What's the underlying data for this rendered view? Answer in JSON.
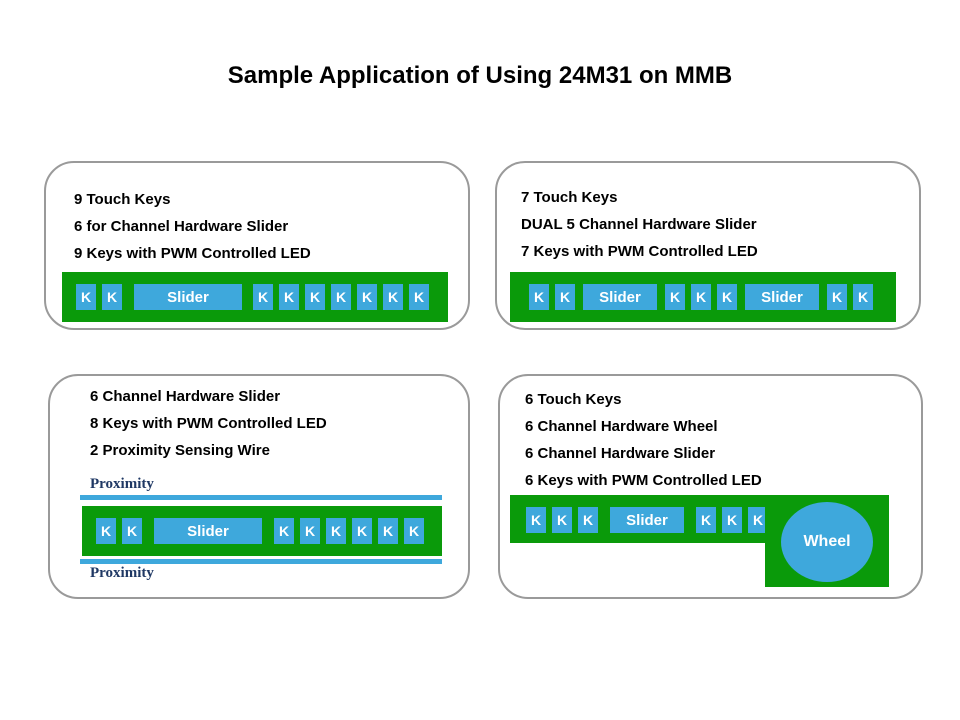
{
  "title": "Sample Application of Using 24M31 on MMB",
  "panel1": {
    "lines": [
      "9 Touch Keys",
      "6 for Channel Hardware Slider",
      "9 Keys with PWM Controlled LED"
    ],
    "key_label": "K",
    "slider_label": "Slider"
  },
  "panel2": {
    "lines": [
      "7 Touch Keys",
      "DUAL 5 Channel Hardware Slider",
      "7 Keys with PWM Controlled LED"
    ],
    "key_label": "K",
    "slider_label": "Slider"
  },
  "panel3": {
    "lines": [
      "6 Channel Hardware Slider",
      "8 Keys with PWM Controlled LED",
      "2 Proximity  Sensing Wire"
    ],
    "key_label": "K",
    "slider_label": "Slider",
    "proximity_top": "Proximity",
    "proximity_bottom": "Proximity"
  },
  "panel4": {
    "lines": [
      "6 Touch Keys",
      "6 Channel Hardware Wheel",
      "6 Channel Hardware Slider",
      "6 Keys with PWM Controlled LED"
    ],
    "key_label": "K",
    "slider_label": "Slider",
    "wheel_label": "Wheel"
  },
  "colors": {
    "board_green": "#0a9a0a",
    "pad_blue": "#3ea8dc",
    "panel_border": "#9a9a9a",
    "proximity_text": "#1f3864"
  }
}
